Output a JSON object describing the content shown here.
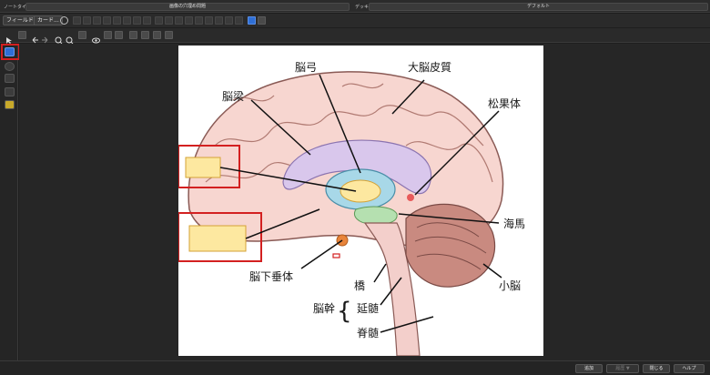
{
  "top": {
    "note_type_label": "ノートタイプ",
    "note_type_value": "画像の穴埋め問題",
    "deck_label": "デッキ",
    "deck_value": "デフォルト"
  },
  "editor_toolbar": {
    "fields_button": "フィールド...",
    "cards_button": "カード..."
  },
  "diagram": {
    "labels": {
      "fornix": "脳弓",
      "cerebrum": "大脳皮質",
      "corpus_callosum": "脳梁",
      "pineal": "松果体",
      "hippocampus": "海馬",
      "pituitary": "脳下垂体",
      "cerebellum": "小脳",
      "pons": "橋",
      "brainstem": "脳幹",
      "medulla": "延髄",
      "spinal_cord": "脊髄"
    },
    "colors": {
      "cortex": "#f7d6d0",
      "occlusion_fill": "#fde8a0",
      "occlusion_border": "#d4a236",
      "mask_border": "#d32020",
      "thalamus": "#a8d8e8",
      "hypothalamus": "#b5e0b0",
      "cerebellum": "#c98a80"
    }
  },
  "bottom": {
    "add": "追加",
    "history": "履歴 ▼",
    "close": "閉じる",
    "help": "ヘルプ"
  }
}
